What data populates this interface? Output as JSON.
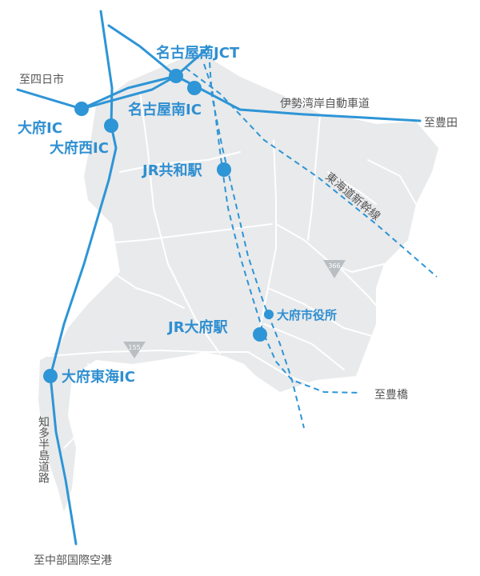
{
  "colors": {
    "city_fill": "#e9eaeb",
    "road": "#ffffff",
    "route": "#2e95d6",
    "label_blue": "#2f8fd1",
    "label_gray": "#555555",
    "shield": "#b9bec2"
  },
  "labels": {
    "nagoya_minami_jct": "名古屋南JCT",
    "nagoya_minami_ic": "名古屋南IC",
    "obu_ic": "大府IC",
    "obu_nishi_ic": "大府西IC",
    "jr_kyowa": "JR共和駅",
    "jr_obu": "JR大府駅",
    "obu_city_hall": "大府市役所",
    "obu_higashi_ic": "大府東海IC",
    "to_yokkaichi": "至四日市",
    "to_toyota": "至豊田",
    "to_toyohashi": "至豊橋",
    "to_centrair": "至中部国際空港",
    "isewangan": "伊勢湾岸自動車道",
    "shinkansen": "東海道新幹線",
    "chita_hanto": "知多半島道路"
  },
  "route_shields": {
    "r366": "366",
    "r155": "155"
  }
}
